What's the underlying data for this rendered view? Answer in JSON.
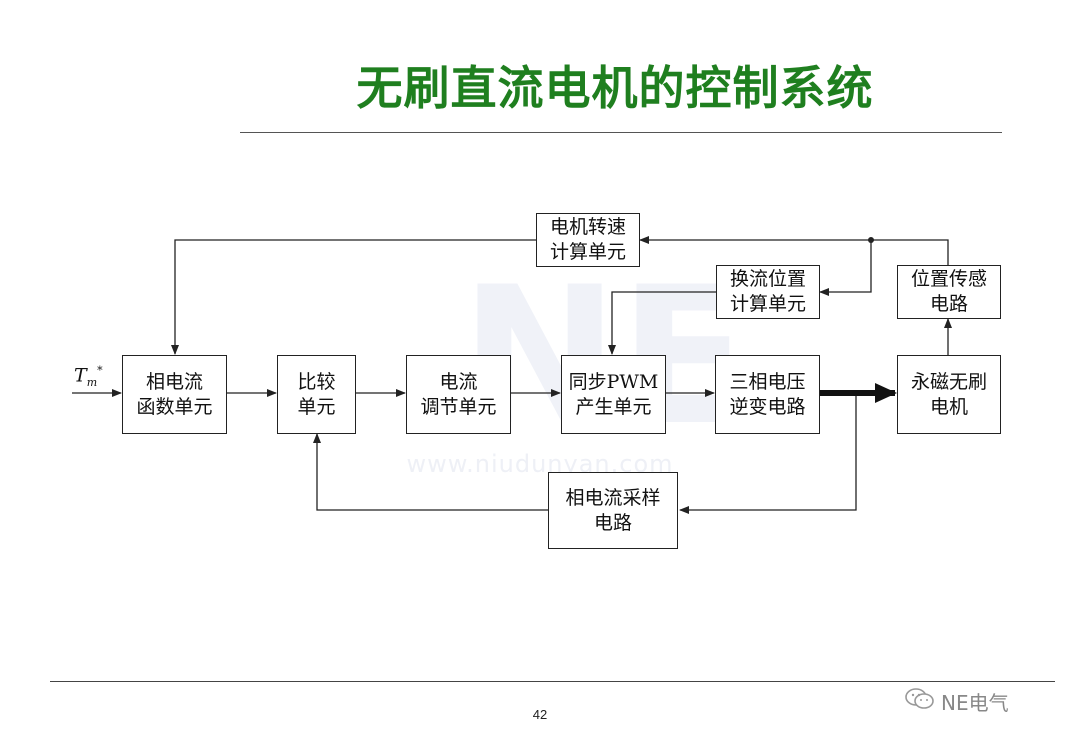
{
  "title": "无刷直流电机的控制系统",
  "page_number": "42",
  "watermark": "www.niudunyan.com",
  "brand": "NE电气",
  "input": {
    "symbol": "T",
    "subscript": "m",
    "superscript": "*"
  },
  "blocks": {
    "phase_current_function": {
      "line1": "相电流",
      "line2": "函数单元"
    },
    "compare": {
      "line1": "比较",
      "line2": "单元"
    },
    "current_regulator": {
      "line1": "电流",
      "line2": "调节单元"
    },
    "sync_pwm": {
      "line1": "同步PWM",
      "line2": "产生单元"
    },
    "inverter": {
      "line1": "三相电压",
      "line2": "逆变电路"
    },
    "motor": {
      "line1": "永磁无刷",
      "line2": "电机"
    },
    "speed_calc": {
      "line1": "电机转速",
      "line2": "计算单元"
    },
    "commutation_calc": {
      "line1": "换流位置",
      "line2": "计算单元"
    },
    "position_sensor": {
      "line1": "位置传感",
      "line2": "电路"
    },
    "current_sampling": {
      "line1": "相电流采样",
      "line2": "电路"
    }
  },
  "colors": {
    "title": "#1f7f1f",
    "line": "#222222"
  }
}
